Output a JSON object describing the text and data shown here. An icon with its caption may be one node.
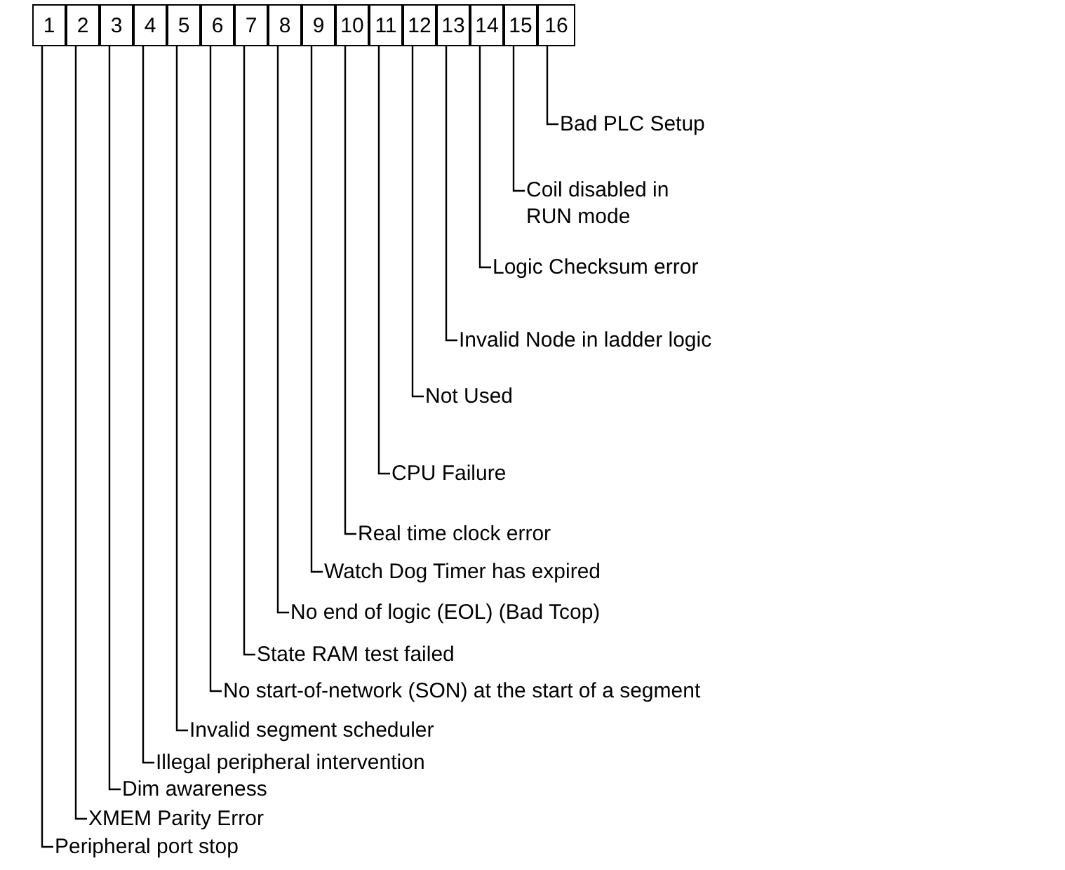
{
  "diagram": {
    "nodes": [
      {
        "text": [
          "1"
        ]
      },
      {
        "text": [
          "2"
        ]
      },
      {
        "text": [
          "3"
        ]
      },
      {
        "text": [
          "4"
        ]
      },
      {
        "text": [
          "5"
        ]
      },
      {
        "text": [
          "6"
        ]
      },
      {
        "text": [
          "7"
        ]
      },
      {
        "text": [
          "8"
        ]
      },
      {
        "text": [
          "9"
        ]
      },
      {
        "text": [
          "10"
        ]
      },
      {
        "text": [
          "11"
        ]
      },
      {
        "text": [
          "12"
        ]
      },
      {
        "text": [
          "13"
        ]
      },
      {
        "text": [
          "14"
        ]
      },
      {
        "text": [
          "15"
        ]
      },
      {
        "text": [
          "16"
        ]
      },
      {
        "text": [
          "Bad PLC Setup"
        ]
      },
      {
        "text": [
          "Coil disabled in RUN mode"
        ]
      },
      {
        "text": [
          "Logic Checksum error"
        ]
      },
      {
        "text": [
          "Invalid Node in ladder logic"
        ]
      },
      {
        "text": [
          "Not Used"
        ]
      },
      {
        "text": [
          "CPU Failure"
        ]
      },
      {
        "text": [
          "Real time clock error"
        ]
      },
      {
        "text": [
          "Watch Dog Timer has expired"
        ]
      },
      {
        "text": [
          "No end of logic (EOL) (Bad Tcop)"
        ]
      },
      {
        "text": [
          "State RAM test failed"
        ]
      },
      {
        "text": [
          "No start-of-network (SON) at the start of a segment"
        ]
      },
      {
        "text": [
          "Invalid segment scheduler"
        ]
      },
      {
        "text": [
          "Illegal peripheral intervention"
        ]
      },
      {
        "text": [
          "Dim awareness"
        ]
      },
      {
        "text": [
          "XMEM Parity Error"
        ]
      },
      {
        "text": [
          "Peripheral port stop"
        ]
      }
    ],
    "edges": [
      {
        "from": 16,
        "to": 15,
        "arrow": "none"
      },
      {
        "from": 17,
        "to": 14,
        "arrow": "none"
      },
      {
        "from": 18,
        "to": 13,
        "arrow": "none"
      },
      {
        "from": 19,
        "to": 12,
        "arrow": "none"
      },
      {
        "from": 20,
        "to": 11,
        "arrow": "none"
      },
      {
        "from": 21,
        "to": 10,
        "arrow": "none"
      },
      {
        "from": 22,
        "to": 9,
        "arrow": "none"
      },
      {
        "from": 23,
        "to": 8,
        "arrow": "none"
      },
      {
        "from": 24,
        "to": 7,
        "arrow": "none"
      },
      {
        "from": 25,
        "to": 6,
        "arrow": "none"
      },
      {
        "from": 26,
        "to": 5,
        "arrow": "none"
      },
      {
        "from": 27,
        "to": 4,
        "arrow": "none"
      },
      {
        "from": 28,
        "to": 3,
        "arrow": "none"
      },
      {
        "from": 29,
        "to": 2,
        "arrow": "none"
      },
      {
        "from": 30,
        "to": 1,
        "arrow": "none"
      },
      {
        "from": 31,
        "to": 0,
        "arrow": "none"
      }
    ]
  }
}
